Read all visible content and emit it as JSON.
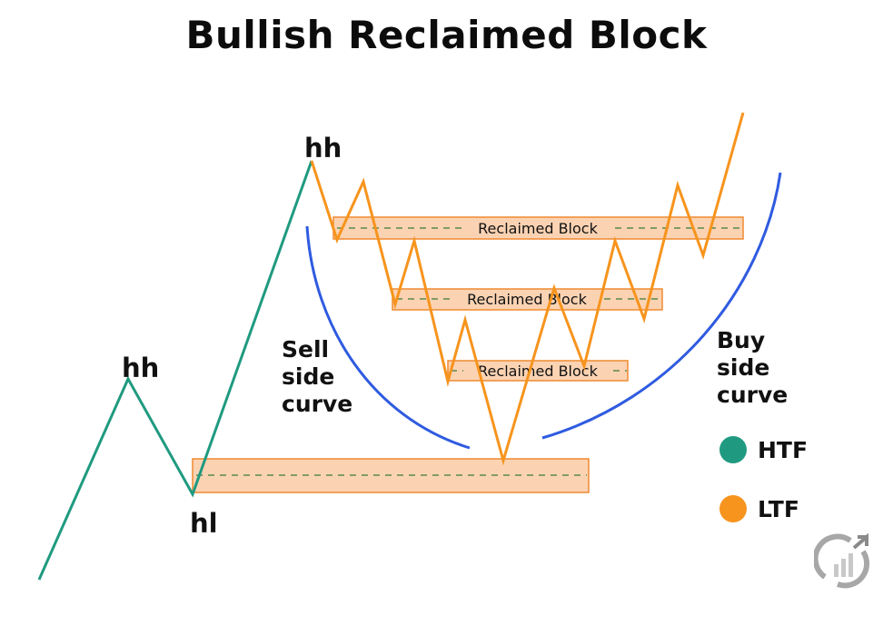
{
  "title": "Bullish Reclaimed Block",
  "colors": {
    "htf": "#1f9a80",
    "ltf": "#f7941d",
    "curve": "#2f5be0",
    "block_fill": "#fbd3b3",
    "block_stroke": "#f08a30",
    "block_midline": "#3a7a3a"
  },
  "swing_labels": {
    "hh_first": "hh",
    "hl": "hl",
    "hh_second": "hh"
  },
  "blocks": [
    {
      "label": "Reclaimed Block",
      "level": "upper"
    },
    {
      "label": "Reclaimed Block",
      "level": "middle"
    },
    {
      "label": "Reclaimed Block",
      "level": "lower"
    },
    {
      "label": "",
      "level": "htf-base"
    }
  ],
  "curves": {
    "sell": {
      "line1": "Sell",
      "line2": "side",
      "line3": "curve"
    },
    "buy": {
      "line1": "Buy",
      "line2": "side",
      "line3": "curve"
    }
  },
  "legend": [
    {
      "label": "HTF",
      "series": "htf"
    },
    {
      "label": "LTF",
      "series": "ltf"
    }
  ],
  "watermark_icon": "chart-growth-logo-icon"
}
